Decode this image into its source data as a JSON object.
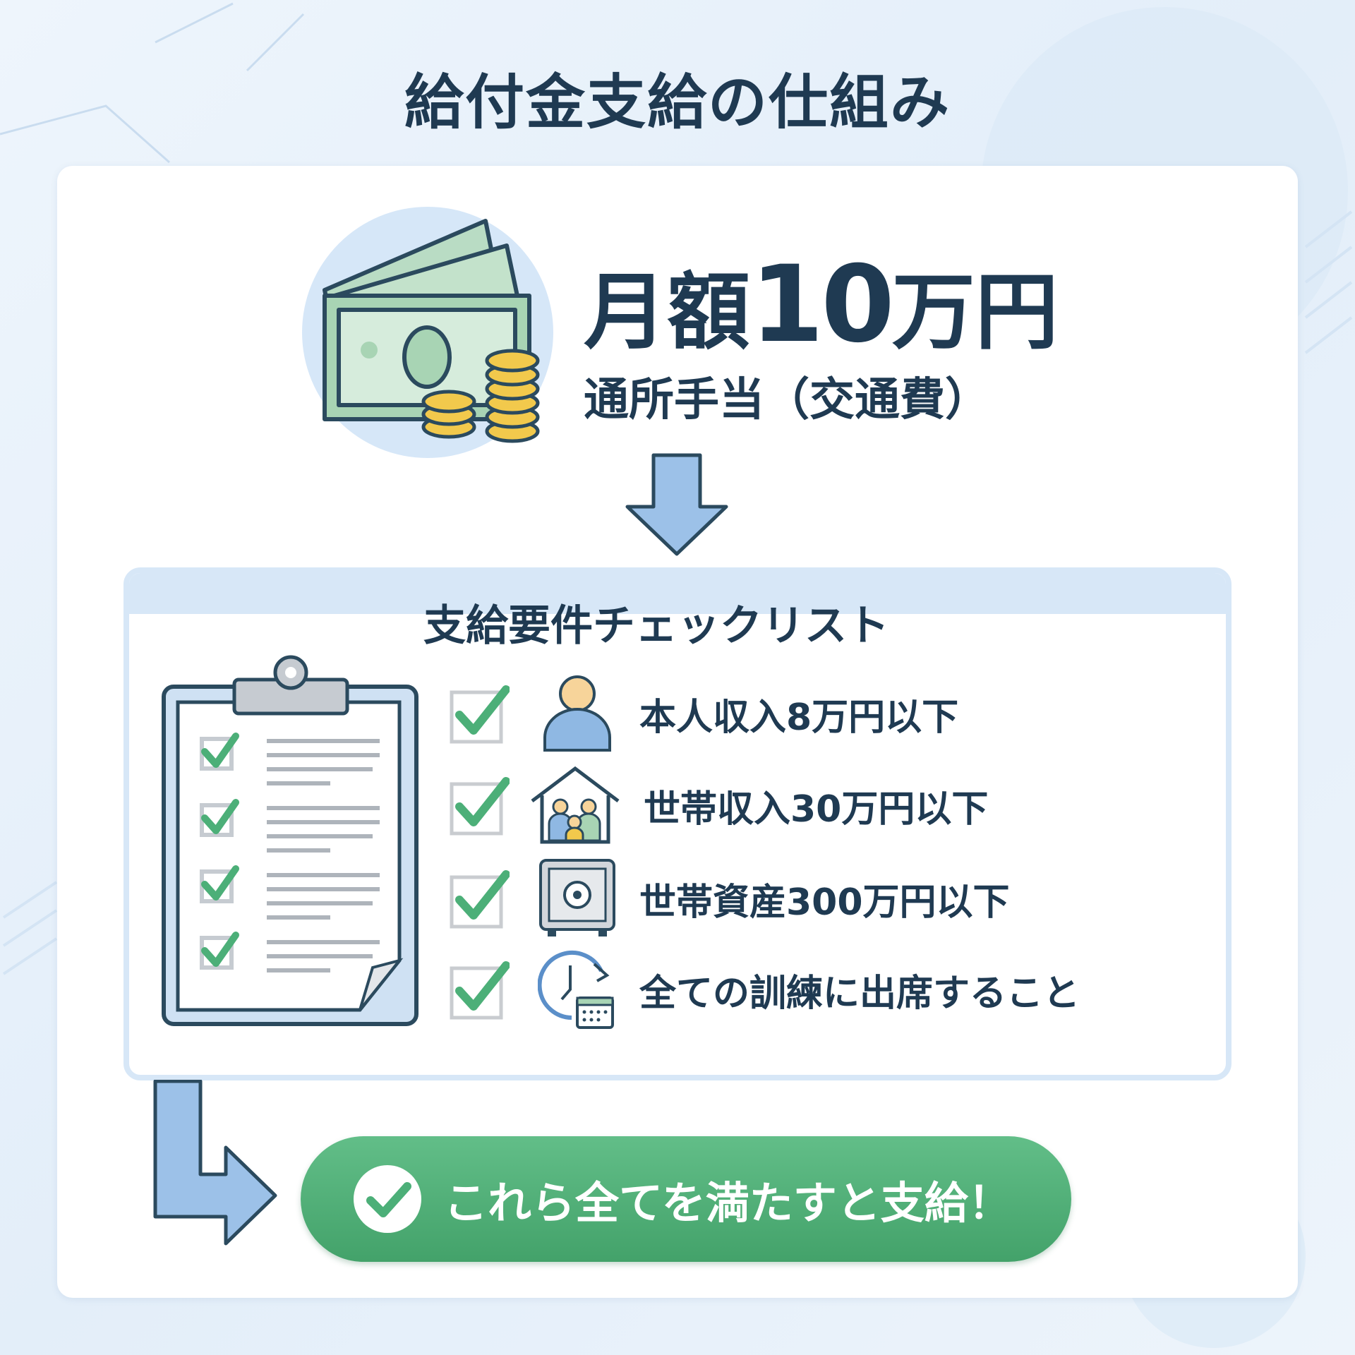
{
  "title": "給付金支給の仕組み",
  "allowance": {
    "amount_prefix": "月額",
    "amount_number": "10",
    "amount_suffix": "万円",
    "description": "通所手当（交通費）"
  },
  "checklist": {
    "title": "支給要件チェックリスト",
    "items": [
      {
        "label": "本人収入8万円以下",
        "icon": "person-icon",
        "checked": true
      },
      {
        "label": "世帯収入30万円以下",
        "icon": "house-family-icon",
        "checked": true
      },
      {
        "label": "世帯資産300万円以下",
        "icon": "safe-icon",
        "checked": true
      },
      {
        "label": "全ての訓練に出席すること",
        "icon": "clock-calendar-icon",
        "checked": true
      }
    ]
  },
  "result": {
    "label": "これら全てを満たすと支給！"
  },
  "colors": {
    "text": "#1f3a52",
    "accent_blue": "#8cb6e3",
    "green": "#4caf78",
    "money_green": "#a8d4b4",
    "coin": "#f2c94c"
  }
}
